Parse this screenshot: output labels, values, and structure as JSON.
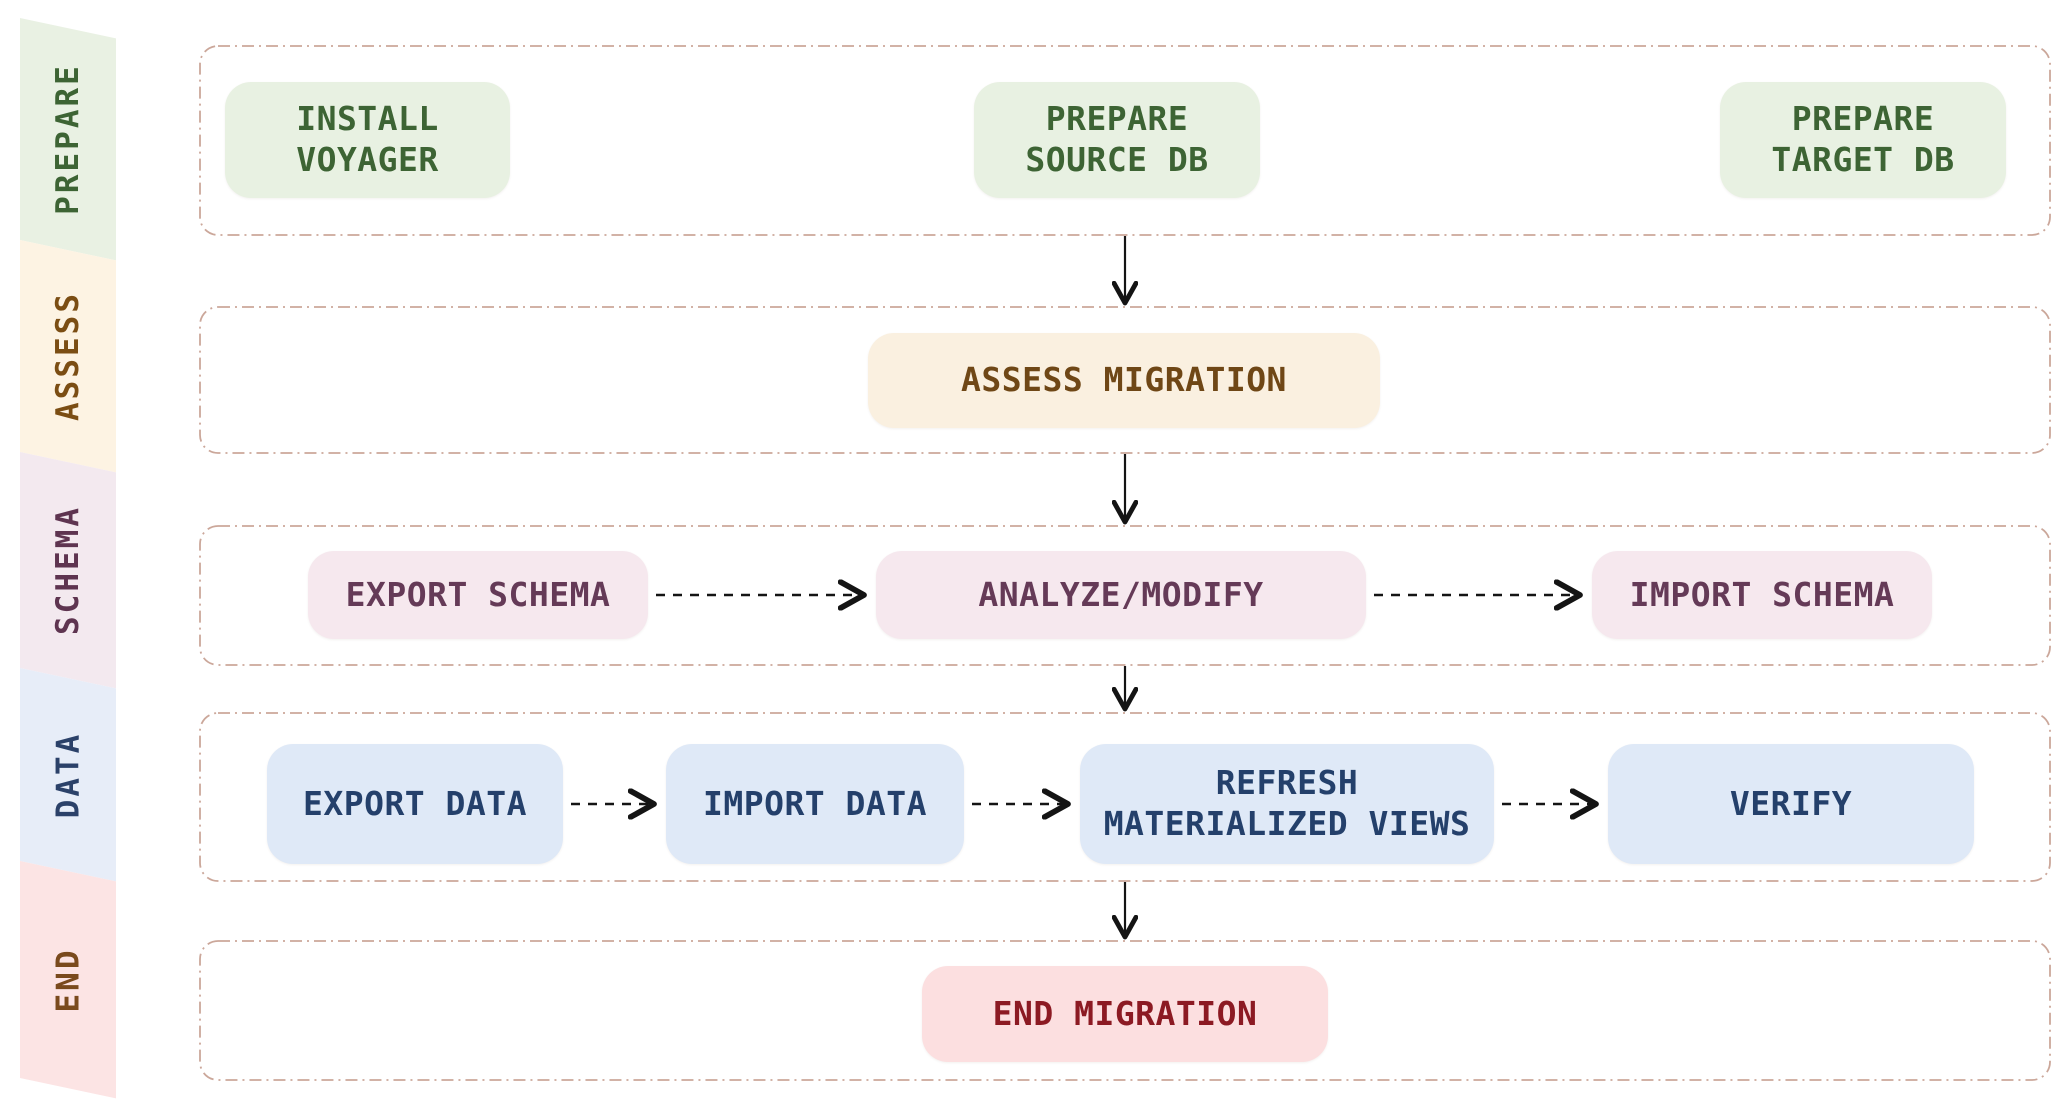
{
  "diagram": {
    "ribbon": [
      {
        "id": "prepare",
        "label": "PREPARE",
        "bg": "#e9f1e3",
        "fg": "#3d6434"
      },
      {
        "id": "assess",
        "label": "ASSESS",
        "bg": "#fdf3e3",
        "fg": "#7b4d13"
      },
      {
        "id": "schema",
        "label": "SCHEMA",
        "bg": "#f3e9ef",
        "fg": "#5e3450"
      },
      {
        "id": "data",
        "label": "DATA",
        "bg": "#e7edf8",
        "fg": "#2b4169"
      },
      {
        "id": "end",
        "label": "END",
        "bg": "#fce4e4",
        "fg": "#7a4a1d"
      }
    ],
    "lanes": [
      {
        "name": "prepare",
        "box_bg": "#e8f1e2",
        "box_fg": "#3d6434",
        "boxes": [
          {
            "label": "INSTALL\nVOYAGER"
          },
          {
            "label": "PREPARE\nSOURCE DB"
          },
          {
            "label": "PREPARE\nTARGET DB"
          }
        ]
      },
      {
        "name": "assess",
        "box_bg": "#faf0e0",
        "box_fg": "#6f4716",
        "boxes": [
          {
            "label": "ASSESS MIGRATION"
          }
        ]
      },
      {
        "name": "schema",
        "box_bg": "#f6e8ee",
        "box_fg": "#653a57",
        "boxes": [
          {
            "label": "EXPORT SCHEMA"
          },
          {
            "label": "ANALYZE/MODIFY"
          },
          {
            "label": "IMPORT SCHEMA"
          }
        ]
      },
      {
        "name": "data",
        "box_bg": "#dfe9f7",
        "box_fg": "#24406b",
        "boxes": [
          {
            "label": "EXPORT DATA"
          },
          {
            "label": "IMPORT DATA"
          },
          {
            "label": "REFRESH\nMATERIALIZED VIEWS"
          },
          {
            "label": "VERIFY"
          }
        ]
      },
      {
        "name": "end",
        "box_bg": "#fcdfe0",
        "box_fg": "#8c1a23",
        "boxes": [
          {
            "label": "END MIGRATION"
          }
        ]
      }
    ],
    "connections": [
      {
        "from": "PREPARE SOURCE DB",
        "to": "ASSESS MIGRATION",
        "style": "solid"
      },
      {
        "from": "ASSESS MIGRATION",
        "to": "ANALYZE/MODIFY",
        "style": "solid"
      },
      {
        "from": "ANALYZE/MODIFY",
        "to": "REFRESH MATERIALIZED VIEWS",
        "style": "solid"
      },
      {
        "from": "REFRESH MATERIALIZED VIEWS",
        "to": "END MIGRATION",
        "style": "solid"
      },
      {
        "from": "EXPORT SCHEMA",
        "to": "ANALYZE/MODIFY",
        "style": "dashed"
      },
      {
        "from": "ANALYZE/MODIFY",
        "to": "IMPORT SCHEMA",
        "style": "dashed"
      },
      {
        "from": "EXPORT DATA",
        "to": "IMPORT DATA",
        "style": "dashed"
      },
      {
        "from": "IMPORT DATA",
        "to": "REFRESH MATERIALIZED VIEWS",
        "style": "dashed"
      },
      {
        "from": "REFRESH MATERIALIZED VIEWS",
        "to": "VERIFY",
        "style": "dashed"
      }
    ],
    "colors": {
      "lane_border": "#cba79a",
      "arrow": "#141414",
      "background": "#ffffff"
    }
  }
}
